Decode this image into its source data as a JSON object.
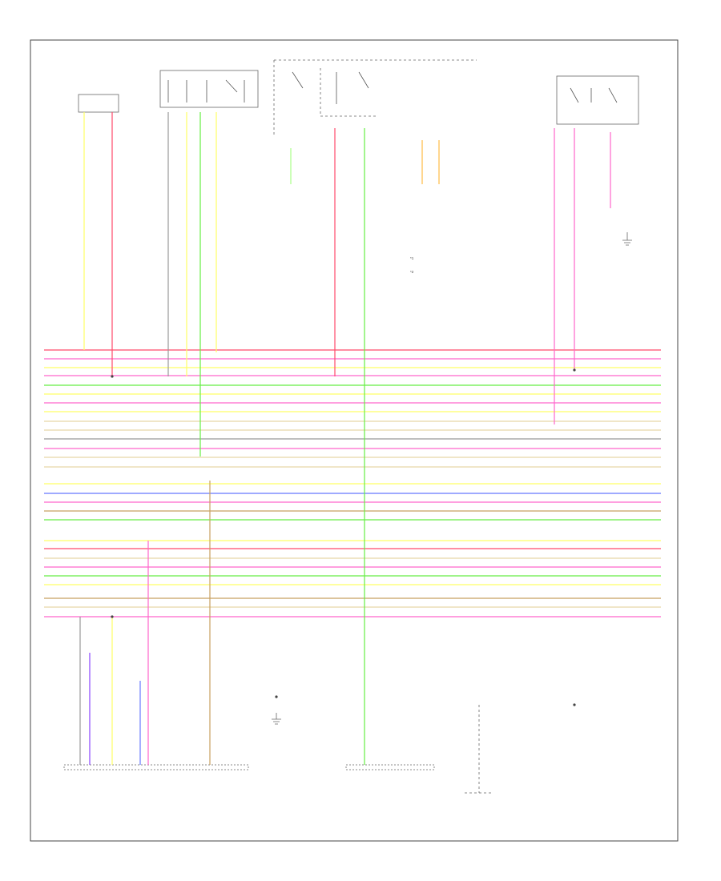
{
  "diagram": {
    "reference_id": "",
    "legend": {
      "items": [
        {
          "marker": "*1",
          "text": ""
        },
        {
          "marker": "*2",
          "text": ""
        }
      ]
    },
    "colors": {
      "pink": "#ff66cc",
      "red": "#ff4a6b",
      "yellow": "#ffff66",
      "green": "#66ee44",
      "light_green": "#aaff88",
      "orange": "#ffbb44",
      "blue": "#6677ff",
      "purple": "#8844ff",
      "brown": "#c8a060",
      "tan": "#e8d8a8",
      "grey": "#999999",
      "frame": "#444444"
    },
    "trunk_wires": [
      {
        "color": "red"
      },
      {
        "color": "pink"
      },
      {
        "color": "yellow"
      },
      {
        "color": "pink"
      },
      {
        "color": "green"
      },
      {
        "color": "yellow"
      },
      {
        "color": "pink"
      },
      {
        "color": "yellow"
      },
      {
        "color": "tan"
      },
      {
        "color": "tan"
      },
      {
        "color": "grey"
      },
      {
        "color": "pink"
      },
      {
        "color": "tan"
      },
      {
        "color": "tan"
      },
      {
        "color": "yellow"
      },
      {
        "color": "blue"
      },
      {
        "color": "pink"
      },
      {
        "color": "brown"
      },
      {
        "color": "green"
      },
      {
        "color": "yellow"
      },
      {
        "color": "red"
      },
      {
        "color": "tan"
      },
      {
        "color": "pink"
      },
      {
        "color": "green"
      },
      {
        "color": "yellow"
      },
      {
        "color": "brown"
      },
      {
        "color": "tan"
      },
      {
        "color": "pink"
      }
    ],
    "vertical_wires": [
      {
        "color": "yellow"
      },
      {
        "color": "red"
      },
      {
        "color": "grey"
      },
      {
        "color": "yellow"
      },
      {
        "color": "green"
      },
      {
        "color": "yellow"
      },
      {
        "color": "light_green"
      },
      {
        "color": "red"
      },
      {
        "color": "green"
      },
      {
        "color": "orange"
      },
      {
        "color": "orange"
      },
      {
        "color": "pink"
      },
      {
        "color": "pink"
      },
      {
        "color": "pink"
      },
      {
        "color": "grey"
      },
      {
        "color": "yellow"
      },
      {
        "color": "pink"
      },
      {
        "color": "blue"
      },
      {
        "color": "purple"
      },
      {
        "color": "brown"
      }
    ]
  }
}
